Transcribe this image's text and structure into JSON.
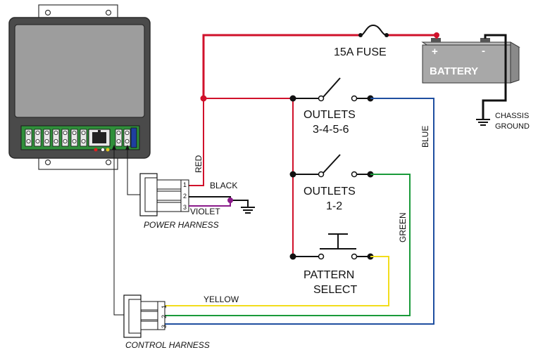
{
  "labels": {
    "fuse": "15A FUSE",
    "battery": "BATTERY",
    "battery_plus": "+",
    "battery_minus": "-",
    "chassis": "CHASSIS",
    "ground": "GROUND",
    "outlets_a_1": "OUTLETS",
    "outlets_a_2": "3-4-5-6",
    "outlets_b_1": "OUTLETS",
    "outlets_b_2": "1-2",
    "pattern_1": "PATTERN",
    "pattern_2": "SELECT",
    "power_harness": "POWER HARNESS",
    "control_harness": "CONTROL HARNESS"
  },
  "wires": {
    "red": "RED",
    "black": "BLACK",
    "violet": "VIOLET",
    "blue": "BLUE",
    "green": "GREEN",
    "yellow": "YELLOW"
  },
  "pins": {
    "p1": "1",
    "p2": "2",
    "p3": "3",
    "c1": "1",
    "c2": "2",
    "c3": "3"
  },
  "colors": {
    "red": "#d0112b",
    "blue": "#1f4fa0",
    "green": "#1a9a3a",
    "yellow": "#f2dd1c",
    "violet": "#8a1a8a",
    "black": "#111111",
    "terminal_green": "#2f8f3a",
    "module_gray": "#9a9a9a"
  }
}
